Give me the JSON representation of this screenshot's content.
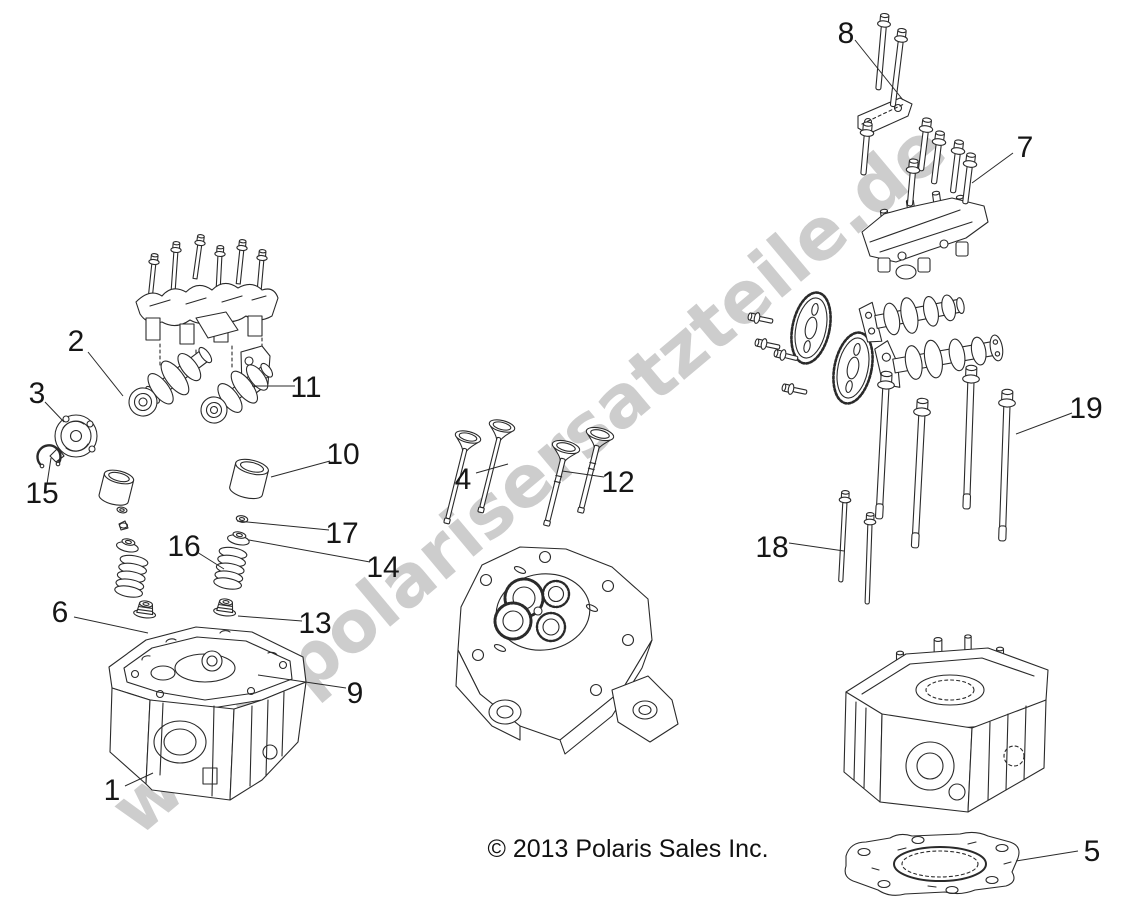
{
  "watermark": "www.polarisersatzteile.de",
  "copyright": "© 2013 Polaris Sales Inc.",
  "callouts": {
    "c1": "1",
    "c2": "2",
    "c3": "3",
    "c4": "4",
    "c5": "5",
    "c6": "6",
    "c7": "7",
    "c8": "8",
    "c9": "9",
    "c10": "10",
    "c11": "11",
    "c12": "12",
    "c13": "13",
    "c14": "14",
    "c15": "15",
    "c16": "16",
    "c17": "17",
    "c18": "18",
    "c19": "19"
  }
}
